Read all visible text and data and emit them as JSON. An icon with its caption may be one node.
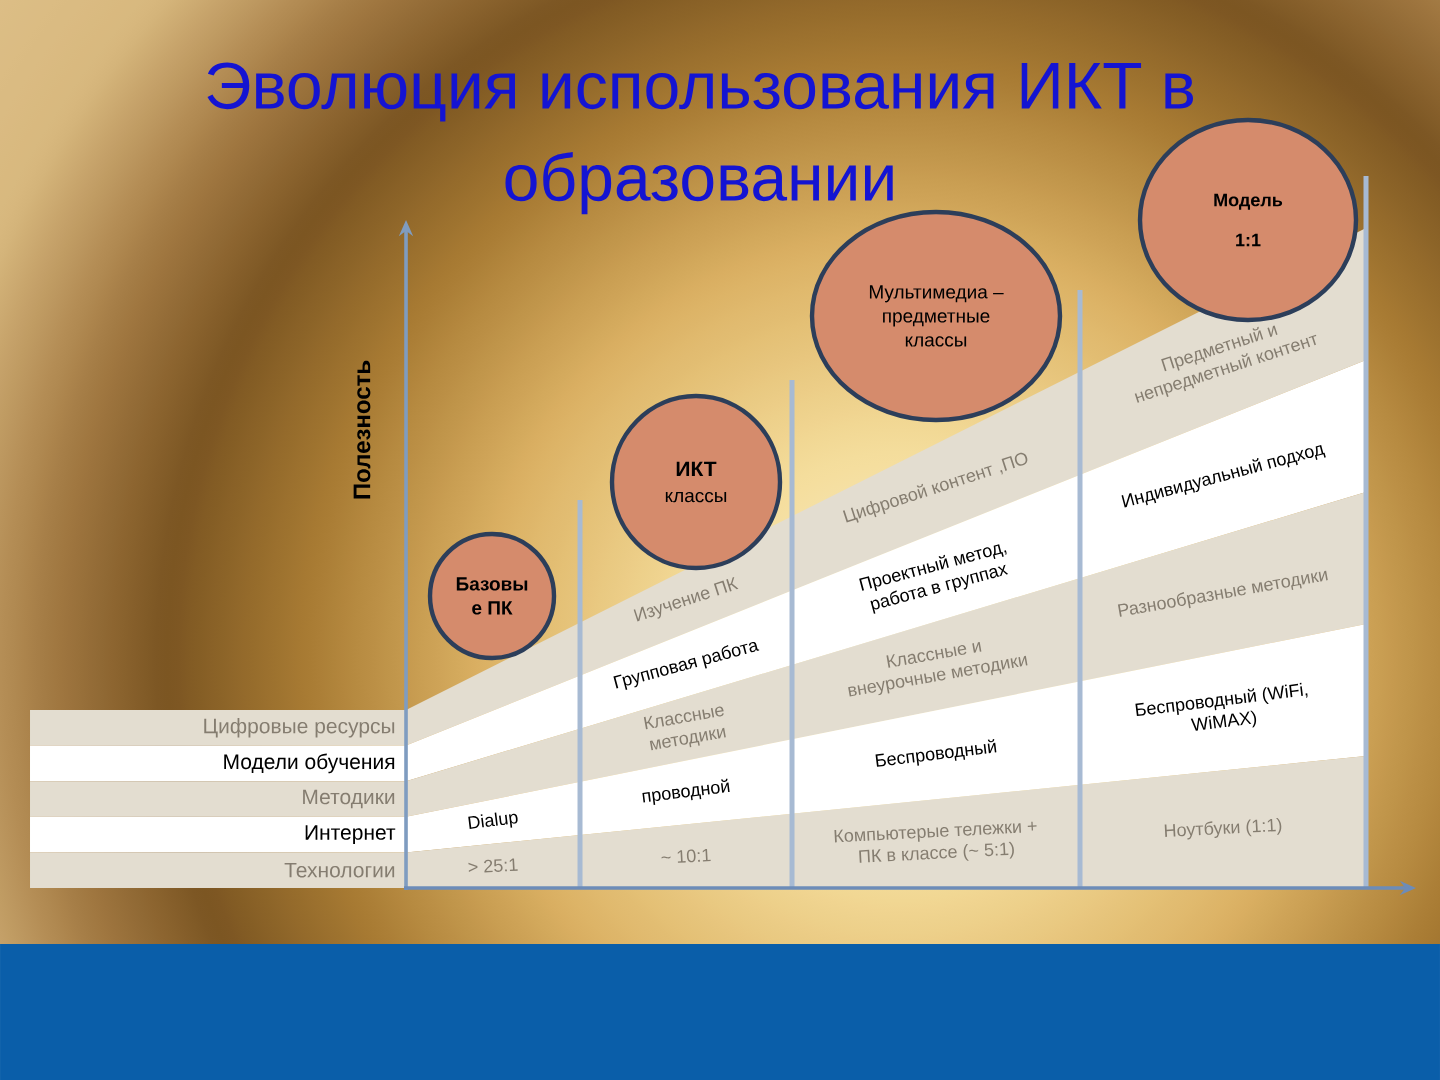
{
  "diagram": {
    "title": "Эволюция использования ИКТ в образовании",
    "nodes": [
      {
        "text": [
          "Базовы е ПК"
        ]
      },
      {
        "text": [
          "ИКТ",
          "классы"
        ]
      },
      {
        "text": [
          "Мультимедиа – предметные классы"
        ]
      },
      {
        "text": [
          "Модель",
          "1:1"
        ]
      }
    ],
    "labels": [
      "Полезность",
      "Цифровые ресурсы",
      "Изучение ПК",
      "Цифровой контент ,ПО",
      "Предметный и непредметный контент",
      "Модели обучения",
      "Групповая работа",
      "Проектный метод, работа в группах",
      "Индивидуальный подход",
      "Методики",
      "Классные методики",
      "Классные и внеурочные методики",
      "Разнообразные методики",
      "Интернет",
      "Dialup",
      "проводной",
      "Беспроводный",
      "Беспроводный (WiFi, WiMAX)",
      "Технологии",
      "> 25:1",
      "~ 10:1",
      "Компьютерые тележки + ПК в классе (~ 5:1)",
      "Ноутбуки (1:1)"
    ]
  }
}
